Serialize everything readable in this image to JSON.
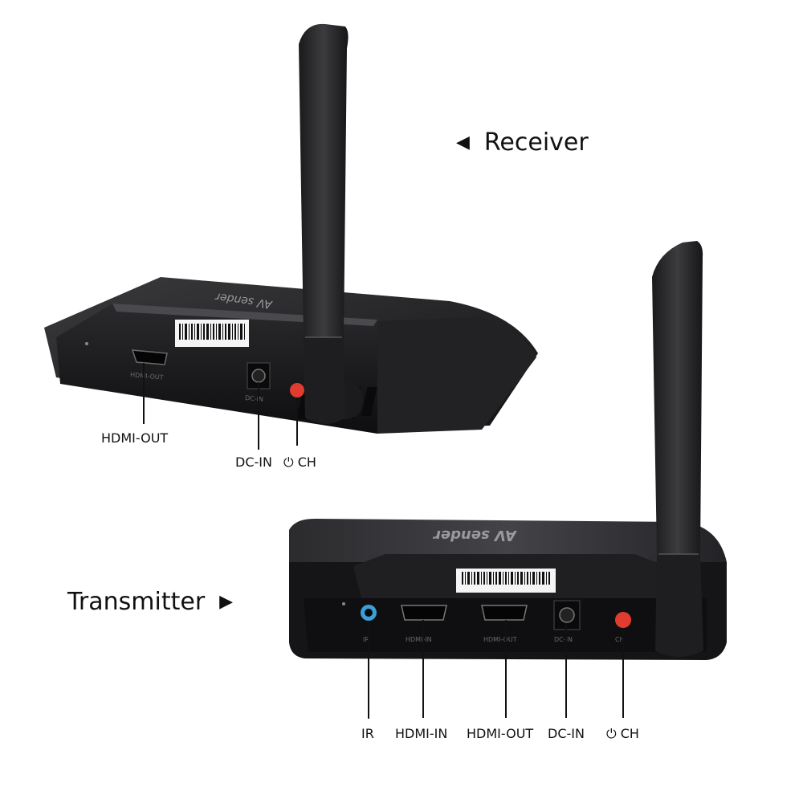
{
  "receiver": {
    "title": "Receiver",
    "brand_logo": "AV sender",
    "callouts": {
      "hdmi_out": "HDMI-OUT",
      "dc_in": "DC-IN",
      "ch": "CH"
    },
    "panel_labels": {
      "hdmi_out": "HDMI-OUT",
      "dc_in": "DC-IN"
    }
  },
  "transmitter": {
    "title": "Transmitter",
    "brand_logo": "AV sender",
    "callouts": {
      "ir": "IR",
      "hdmi_in": "HDMI-IN",
      "hdmi_out": "HDMI-OUT",
      "dc_in": "DC-IN",
      "ch": "CH"
    },
    "panel_labels": {
      "ir": "IR",
      "hdmi_in": "HDMI-IN",
      "hdmi_out": "HDMI-OUT",
      "dc_in": "DC-IN",
      "ch": "CH"
    }
  },
  "icons": {
    "power": "power-icon",
    "left_arrow": "left-triangle-icon",
    "right_arrow": "right-triangle-icon"
  },
  "colors": {
    "device_body": "#1c1c1e",
    "ch_button": "#e23b2f",
    "ir_port": "#3aa0d8"
  }
}
